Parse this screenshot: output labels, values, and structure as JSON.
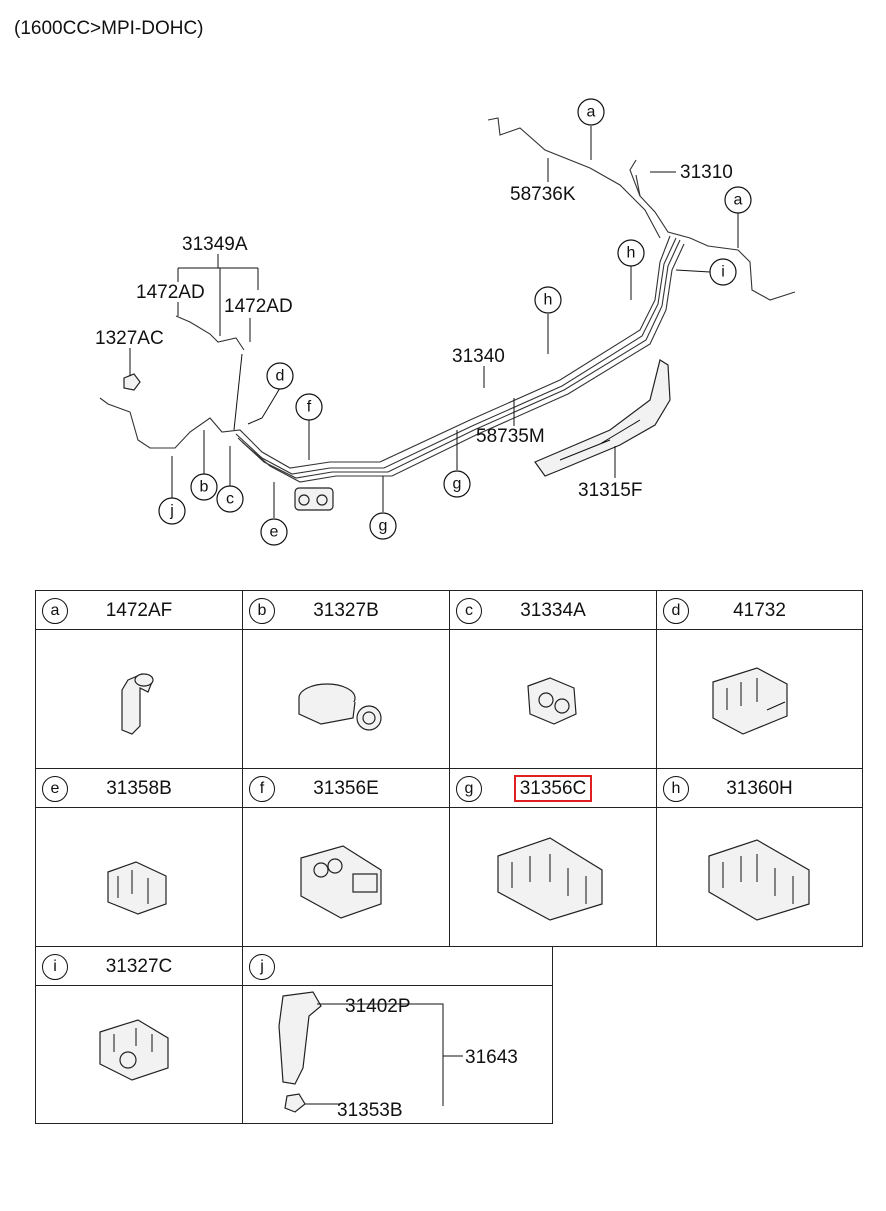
{
  "header": {
    "spec": "(1600CC>MPI-DOHC)"
  },
  "diagram_labels": {
    "p58736K": "58736K",
    "p31310": "31310",
    "p31349A": "31349A",
    "p1472AD_left": "1472AD",
    "p1472AD_right": "1472AD",
    "p1327AC": "1327AC",
    "p31340": "31340",
    "p58735M": "58735M",
    "p31315F": "31315F"
  },
  "callouts": {
    "a1": "a",
    "a2": "a",
    "b": "b",
    "c": "c",
    "d": "d",
    "e": "e",
    "f": "f",
    "g1": "g",
    "g2": "g",
    "h1": "h",
    "h2": "h",
    "i": "i",
    "j": "j"
  },
  "highlight_color": "#e02020",
  "parts_table": [
    {
      "letter": "a",
      "part": "1472AF"
    },
    {
      "letter": "b",
      "part": "31327B"
    },
    {
      "letter": "c",
      "part": "31334A"
    },
    {
      "letter": "d",
      "part": "41732"
    },
    {
      "letter": "e",
      "part": "31358B"
    },
    {
      "letter": "f",
      "part": "31356E"
    },
    {
      "letter": "g",
      "part": "31356C",
      "highlighted": true
    },
    {
      "letter": "h",
      "part": "31360H"
    },
    {
      "letter": "i",
      "part": "31327C"
    },
    {
      "letter": "j",
      "part": ""
    }
  ],
  "j_detail": {
    "p31402P": "31402P",
    "p31643": "31643",
    "p31353B": "31353B"
  }
}
